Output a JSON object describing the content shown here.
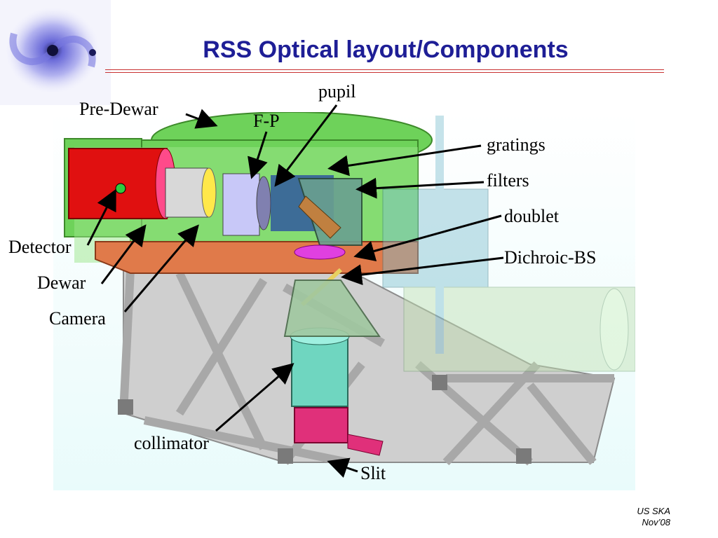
{
  "title": "RSS Optical layout/Components",
  "labels": {
    "pupil": "pupil",
    "pre_dewar": "Pre-Dewar",
    "fp": "F-P",
    "gratings": "gratings",
    "filters": "filters",
    "doublet": "doublet",
    "dichroic_bs": "Dichroic-BS",
    "detector": "Detector",
    "dewar": "Dewar",
    "camera": "Camera",
    "collimator": "collimator",
    "slit": "Slit"
  },
  "footer": {
    "line1": "US SKA",
    "line2": "Nov’08"
  },
  "colors": {
    "title": "#1e1e96",
    "rule": "#c83232",
    "enclosure": "#6ed25a",
    "bench": "#e07a4a",
    "truss": "#c8c8c8",
    "camera_tube": "#e01010",
    "collimator": "#6fd6c0",
    "slit": "#e0307a"
  }
}
